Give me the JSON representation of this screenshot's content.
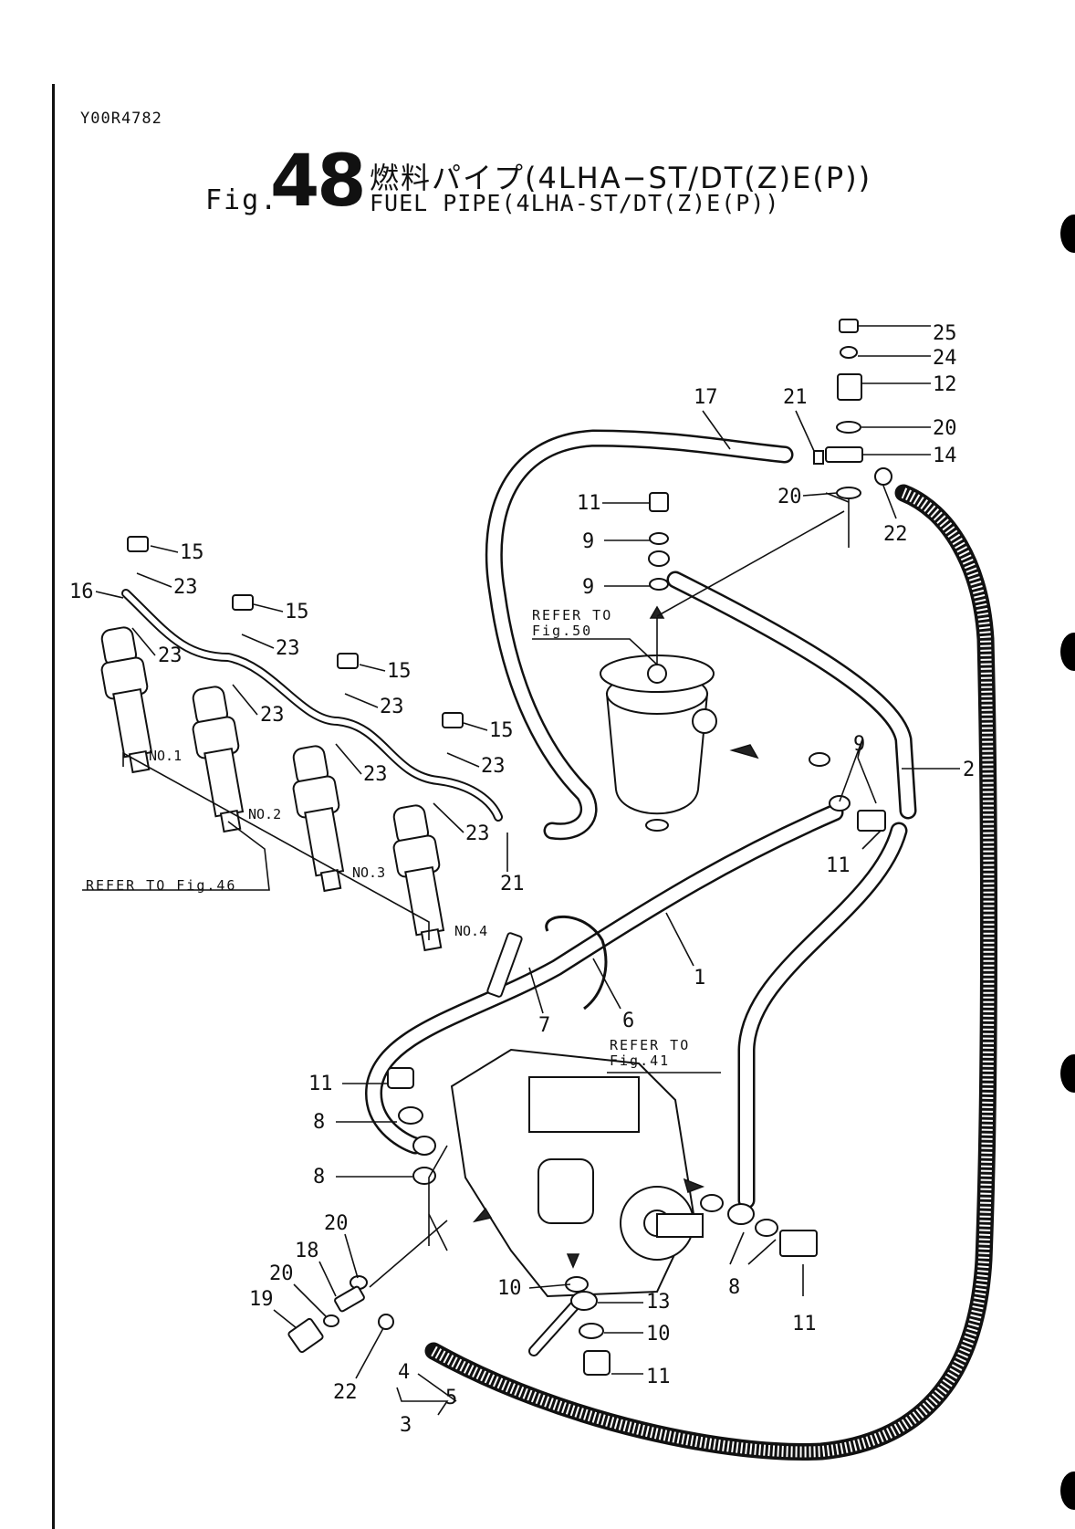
{
  "document_id": "Y00R4782",
  "figure": {
    "prefix": "Fig.",
    "number": "48",
    "title_jp": "燃料パイプ(4LHA−ST/DT(Z)E(P))",
    "title_en": "FUEL PIPE(4LHA-ST/DT(Z)E(P))"
  },
  "references": {
    "fig50": [
      "REFER TO",
      "Fig.50"
    ],
    "fig41": [
      "REFER TO",
      "Fig.41"
    ],
    "fig46": "REFER TO Fig.46"
  },
  "injectors": [
    "NO.1",
    "NO.2",
    "NO.3",
    "NO.4"
  ],
  "callouts": [
    {
      "id": "c25",
      "text": "25"
    },
    {
      "id": "c24",
      "text": "24"
    },
    {
      "id": "c12",
      "text": "12"
    },
    {
      "id": "c20a",
      "text": "20"
    },
    {
      "id": "c14",
      "text": "14"
    },
    {
      "id": "c17",
      "text": "17"
    },
    {
      "id": "c21a",
      "text": "21"
    },
    {
      "id": "c20b",
      "text": "20"
    },
    {
      "id": "c22a",
      "text": "22"
    },
    {
      "id": "c11a",
      "text": "11"
    },
    {
      "id": "c9a",
      "text": "9"
    },
    {
      "id": "c9b",
      "text": "9"
    },
    {
      "id": "c2",
      "text": "2"
    },
    {
      "id": "c9c",
      "text": "9"
    },
    {
      "id": "c11b",
      "text": "11"
    },
    {
      "id": "c15a",
      "text": "15"
    },
    {
      "id": "c23a",
      "text": "23"
    },
    {
      "id": "c16",
      "text": "16"
    },
    {
      "id": "c15b",
      "text": "15"
    },
    {
      "id": "c23b",
      "text": "23"
    },
    {
      "id": "c23c",
      "text": "23"
    },
    {
      "id": "c15c",
      "text": "15"
    },
    {
      "id": "c23d",
      "text": "23"
    },
    {
      "id": "c23e",
      "text": "23"
    },
    {
      "id": "c15d",
      "text": "15"
    },
    {
      "id": "c23f",
      "text": "23"
    },
    {
      "id": "c23g",
      "text": "23"
    },
    {
      "id": "c23h",
      "text": "23"
    },
    {
      "id": "c21b",
      "text": "21"
    },
    {
      "id": "c1",
      "text": "1"
    },
    {
      "id": "c7",
      "text": "7"
    },
    {
      "id": "c6",
      "text": "6"
    },
    {
      "id": "c11c",
      "text": "11"
    },
    {
      "id": "c8a",
      "text": "8"
    },
    {
      "id": "c8b",
      "text": "8"
    },
    {
      "id": "c20c",
      "text": "20"
    },
    {
      "id": "c18",
      "text": "18"
    },
    {
      "id": "c20d",
      "text": "20"
    },
    {
      "id": "c19",
      "text": "19"
    },
    {
      "id": "c22b",
      "text": "22"
    },
    {
      "id": "c10a",
      "text": "10"
    },
    {
      "id": "c13",
      "text": "13"
    },
    {
      "id": "c10b",
      "text": "10"
    },
    {
      "id": "c11d",
      "text": "11"
    },
    {
      "id": "c8c",
      "text": "8"
    },
    {
      "id": "c11e",
      "text": "11"
    },
    {
      "id": "c4",
      "text": "4"
    },
    {
      "id": "c5",
      "text": "5"
    },
    {
      "id": "c3",
      "text": "3"
    }
  ]
}
